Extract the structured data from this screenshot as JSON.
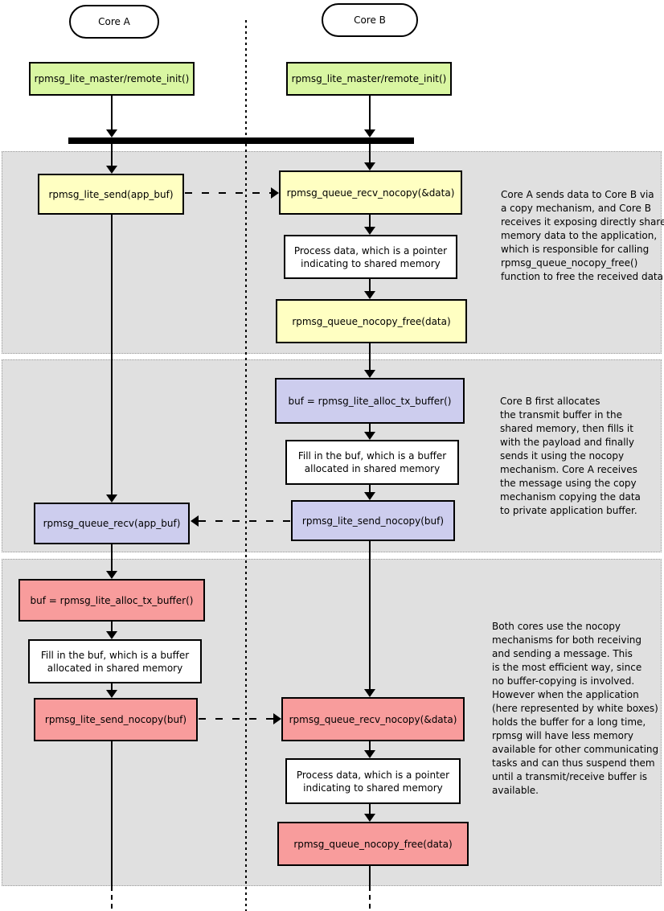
{
  "lanes": {
    "core_a": {
      "label": "Core A"
    },
    "core_b": {
      "label": "Core B"
    }
  },
  "nodes": {
    "a_init": {
      "label": "rpmsg_lite_master/remote_init()",
      "fill": "#d9f6a2"
    },
    "b_init": {
      "label": "rpmsg_lite_master/remote_init()",
      "fill": "#d9f6a2"
    },
    "a_send": {
      "label": "rpmsg_lite_send(app_buf)",
      "fill": "#ffffc2"
    },
    "b_recv_nocopy_1": {
      "label": "rpmsg_queue_recv_nocopy(&data)",
      "fill": "#ffffc2"
    },
    "b_process_1": {
      "label": "Process data, which is a pointer\nindicating to shared memory",
      "fill": "#ffffff"
    },
    "b_free_1": {
      "label": "rpmsg_queue_nocopy_free(data)",
      "fill": "#ffffc2"
    },
    "b_alloc": {
      "label": "buf = rpmsg_lite_alloc_tx_buffer()",
      "fill": "#cdcdee"
    },
    "b_fill": {
      "label": "Fill in the buf, which is a buffer\nallocated in shared memory",
      "fill": "#ffffff"
    },
    "a_recv": {
      "label": "rpmsg_queue_recv(app_buf)",
      "fill": "#cdcdee"
    },
    "b_send_nocopy": {
      "label": "rpmsg_lite_send_nocopy(buf)",
      "fill": "#cdcdee"
    },
    "a_alloc": {
      "label": "buf = rpmsg_lite_alloc_tx_buffer()",
      "fill": "#f89c9c"
    },
    "a_fill": {
      "label": "Fill in the buf, which is a buffer\nallocated in shared memory",
      "fill": "#ffffff"
    },
    "a_send_nocopy": {
      "label": "rpmsg_lite_send_nocopy(buf)",
      "fill": "#f89c9c"
    },
    "b_recv_nocopy_2": {
      "label": "rpmsg_queue_recv_nocopy(&data)",
      "fill": "#f89c9c"
    },
    "b_process_2": {
      "label": "Process data, which is a pointer\nindicating to shared memory",
      "fill": "#ffffff"
    },
    "b_free_2": {
      "label": "rpmsg_queue_nocopy_free(data)",
      "fill": "#f89c9c"
    }
  },
  "annotations": {
    "copy_section": "Core A sends data to Core B via\na copy mechanism, and Core B\nreceives it exposing directly shared\nmemory data to the application,\nwhich is responsible for calling\nrpmsg_queue_nocopy_free()\nfunction to free the received data.",
    "nocopy_send_section": "Core B first allocates\nthe transmit buffer in the\nshared memory, then fills it\nwith the payload and finally\nsends it using the nocopy\nmechanism. Core A receives\nthe message using the copy\nmechanism copying the data\nto private application buffer.",
    "nocopy_both_section": "Both cores use the nocopy\nmechanisms for both receiving\nand sending a message. This\nis the most efficient way, since\nno buffer-copying is involved.\nHowever when the application\n(here represented by white boxes)\nholds the buffer for a long time,\nrpmsg will have less memory\navailable for other communicating\ntasks and can thus suspend them\nuntil a transmit/receive buffer is\navailable.",
    "palette": {
      "init_green": "#d9f6a2",
      "copy_yellow": "#ffffc2",
      "nocopy_lavender": "#cdcdee",
      "nocopy_pink": "#f89c9c",
      "section_background": "#e0e0e0",
      "line_color": "#000000"
    }
  }
}
